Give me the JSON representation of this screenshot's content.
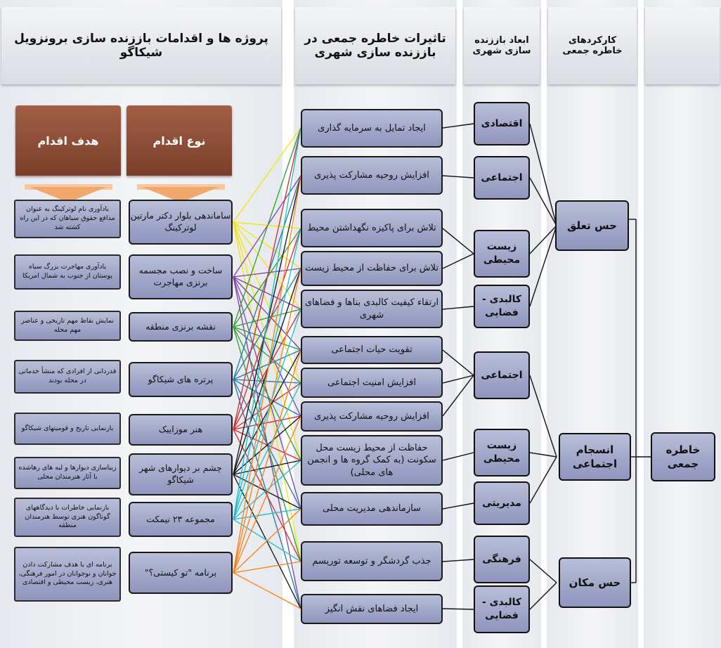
{
  "headers": {
    "projects": "پروژه ها و اقدامات  باززنده سازی برونزویل شیکاگو",
    "effects": "تاثیرات خاطره جمعی در باززنده سازی شهری",
    "dimensions": "ابعاد باززنده سازی شهری",
    "functions": "کارکردهای خاطره جمعی",
    "blank": ""
  },
  "brown": {
    "goal": "هدف اقدام",
    "type": "نوع اقدام"
  },
  "objectives": [
    "یادآوری نام لوترکینگ به عنوان مدافع حقوق سیاهان که در این راه کشته شد",
    "یادآوری مهاجرت بزرگ سیاه پوستان از جنوب به شمال امریکا",
    "نمایش نقاط مهم تاریخی و عناصر مهم محله",
    "قدردانی از افرادی که منشأ خدماتی در محله بودند",
    "بازنمایی تاریخ و قومیتهای شیکاگو",
    "زیباسازی دیوارها و لبه های رهاشده با آثار هنرمندان محلی",
    "بازنمایی خاطرات با دیدگاههای گوناگون هنری توسط هنرمندان منطقه",
    "برنامه ای با هدف مشارکت دادن جوانان و نوجوانان در امور فرهنگی، هنری، زیست محیطی و اقتصادی"
  ],
  "actions": [
    "ساماندهی بلوار دکتر مارتین لوترکینگ",
    "ساخت و نصب مجسمه برنزی مهاجرت",
    "نقشه برنزی منطقه",
    "پرتره های شیکاگو",
    "هنر موزاییک",
    "چشم بر دیوارهای شهر شیکاگو",
    "مجموعه ۲۳ نیمکت",
    "برنامه \"تو کیستی؟\""
  ],
  "effects": [
    "ایجاد تمایل به سرمایه گذاری",
    "افزایش روحیه مشارکت پذیری",
    "تلاش برای پاکیزه نگهداشتن محیط",
    "تلاش برای حفاظت از محیط زیست",
    "ارتقاء کیفیت کالبدی بناها و فضاهای شهری",
    "تقویت حیات اجتماعی",
    "افزایش امنیت اجتماعی",
    "افزایش روحیه مشارکت پذیری",
    "حفاظت از محیط زیست محل سکونت (به کمک گروه ها و انجمن های محلی)",
    "سازماندهی مدیریت محلی",
    "جذب گردشگر و توسعه توریسم",
    "ایجاد فضاهای نقش انگیز"
  ],
  "dimensions": [
    "اقتصادی",
    "اجتماعی",
    "زیست محیطی",
    "کالبدی - فضایی",
    "اجتماعی",
    "زیست محیطی",
    "مدیریتی",
    "فرهنگی",
    "کالبدی - فضایی"
  ],
  "functions": [
    "حس تعلق",
    "انسجام اجتماعی",
    "حس مکان"
  ],
  "root": "خاطره جمعی",
  "link_colors": [
    "#f2e600",
    "#7a3fb0",
    "#2ca02c",
    "#1f77b4",
    "#d62728",
    "#111111",
    "#17becf",
    "#ff7f0e",
    "#8c564b",
    "#3b3bd6"
  ]
}
